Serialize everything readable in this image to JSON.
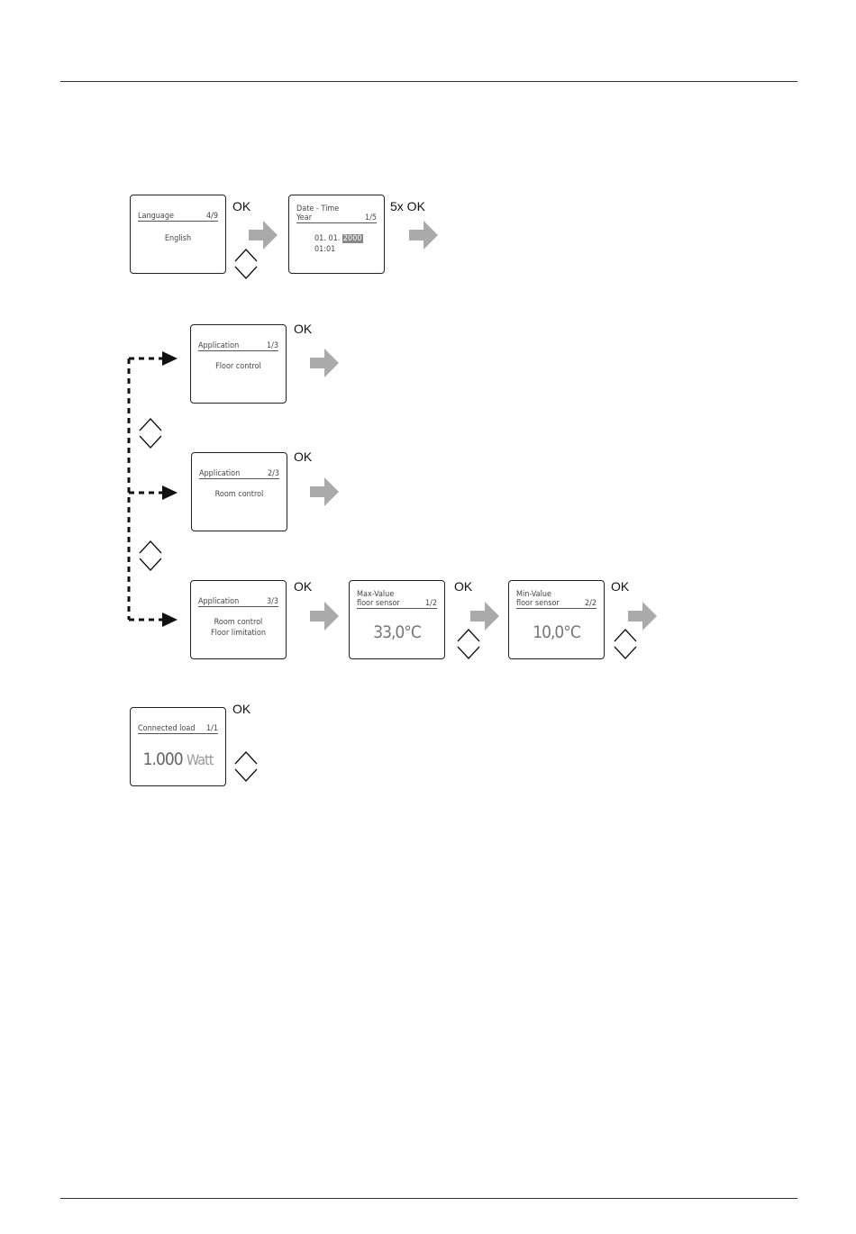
{
  "screens": {
    "language": {
      "title": "Language",
      "page": "4/9",
      "value": "English"
    },
    "datetime": {
      "title1": "Date - Time",
      "title2": "Year",
      "page": "1/5",
      "date_prefix": "01. 01.",
      "year": "2000",
      "time": "01:01"
    },
    "app1": {
      "title": "Application",
      "page": "1/3",
      "value": "Floor control"
    },
    "app2": {
      "title": "Application",
      "page": "2/3",
      "value": "Room control"
    },
    "app3": {
      "title": "Application",
      "page": "3/3",
      "value1": "Room control",
      "value2": "Floor limitation"
    },
    "maxval": {
      "title1": "Max-Value",
      "title2": "floor sensor",
      "page": "1/2",
      "value": "33,0°C"
    },
    "minval": {
      "title1": "Min-Value",
      "title2": "floor sensor",
      "page": "2/2",
      "value": "10,0°C"
    },
    "load": {
      "title": "Connected load",
      "page": "1/1",
      "value": "1.000",
      "unit": "Watt"
    }
  },
  "labels": {
    "ok": "OK",
    "ok5": "5x OK"
  },
  "colors": {
    "arrow": "#aaaaaa"
  }
}
